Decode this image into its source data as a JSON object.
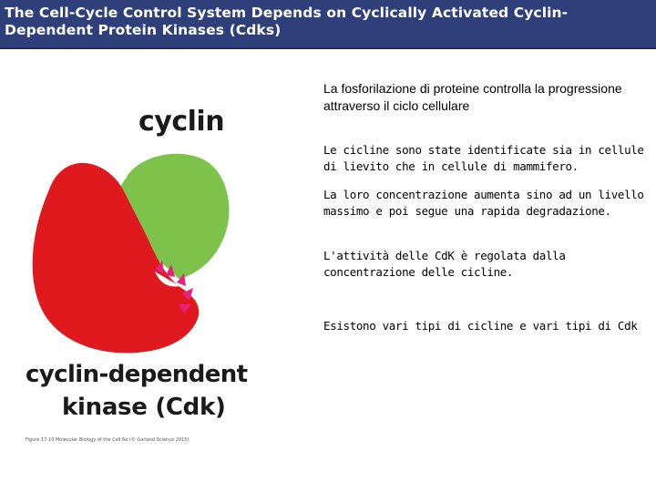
{
  "slide": {
    "title": "The Cell-Cycle Control System Depends on Cyclically Activated Cyclin-Dependent Protein Kinases (Cdks)",
    "colors": {
      "title_bg": "#2f3f7a",
      "cyclin": "#7dc24b",
      "cdk": "#e0191f",
      "arrows": "#e8217a"
    }
  },
  "figure": {
    "cyclin_label": "cyclin",
    "cdk_label_line1": "cyclin-dependent",
    "cdk_label_line2": "kinase (Cdk)",
    "credit": "Figure 17-10 Molecular Biology of the Cell 6e (© Garland Science 2015)"
  },
  "text": {
    "intro": "La fosforilazione di proteine controlla la progressione attraverso il ciclo cellulare",
    "bullets": [
      "Le cicline sono state identificate sia in cellule di lievito che in cellule di mammifero.",
      "La loro concentrazione aumenta sino ad un livello massimo e poi segue una rapida degradazione.",
      "L'attività delle CdK è regolata dalla concentrazione delle cicline.",
      "Esistono vari tipi di cicline e vari tipi di Cdk"
    ]
  }
}
